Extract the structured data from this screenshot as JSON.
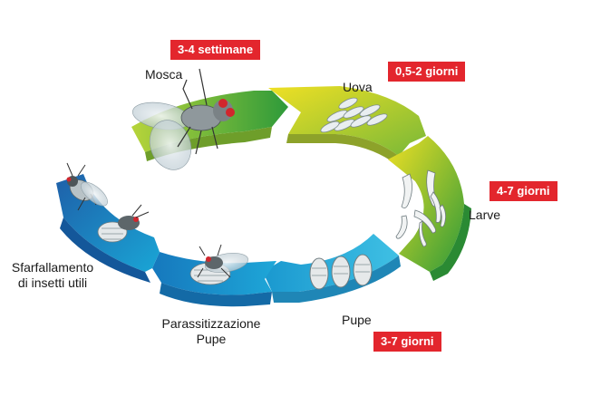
{
  "stages": {
    "mosca": "Mosca",
    "uova": "Uova",
    "larve": "Larve",
    "pupe": "Pupe",
    "parassitizzazione": [
      "Parassitizzazione",
      "Pupe"
    ],
    "sfarfallamento": [
      "Sfarfallamento",
      "di insetti utili"
    ]
  },
  "durations": {
    "mosca": "3-4 settimane",
    "uova": "0,5-2 giorni",
    "larve": "4-7 giorni",
    "pupe": "3-7 giorni"
  },
  "colors": {
    "badge": "#e3262d",
    "green": "#2e9a3a",
    "yellow": "#e6d81e",
    "cyan": "#1aa6d6",
    "blue": "#1273b5"
  }
}
